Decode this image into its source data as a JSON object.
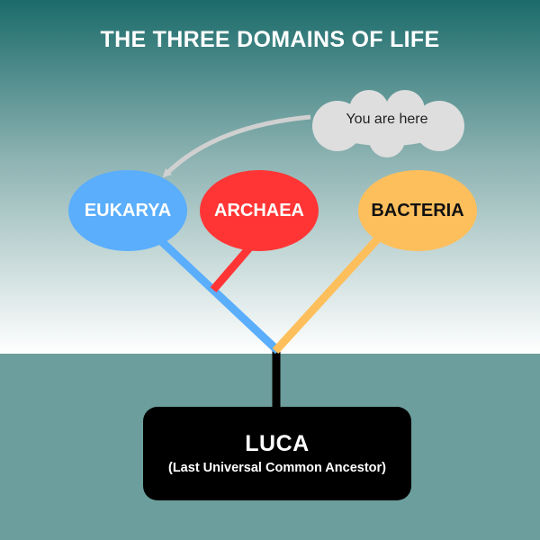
{
  "title": "THE THREE DOMAINS OF LIFE",
  "annotation": "You are here",
  "domains": [
    {
      "name": "EUKARYA",
      "color": "#5aaefc",
      "text_color": "#ffffff"
    },
    {
      "name": "ARCHAEA",
      "color": "#ff3535",
      "text_color": "#ffffff"
    },
    {
      "name": "BACTERIA",
      "color": "#fdbf5c",
      "text_color": "#111111"
    }
  ],
  "root": {
    "name": "LUCA",
    "full_name": "(Last Universal Common Ancestor)"
  },
  "colors": {
    "bg_top": "#1b6b6b",
    "bg_fade": "#ffffff",
    "bg_bottom": "#6b9e9c",
    "trunk": "#000000",
    "cloud": "#dedede",
    "arrow": "#d0d0d0"
  }
}
